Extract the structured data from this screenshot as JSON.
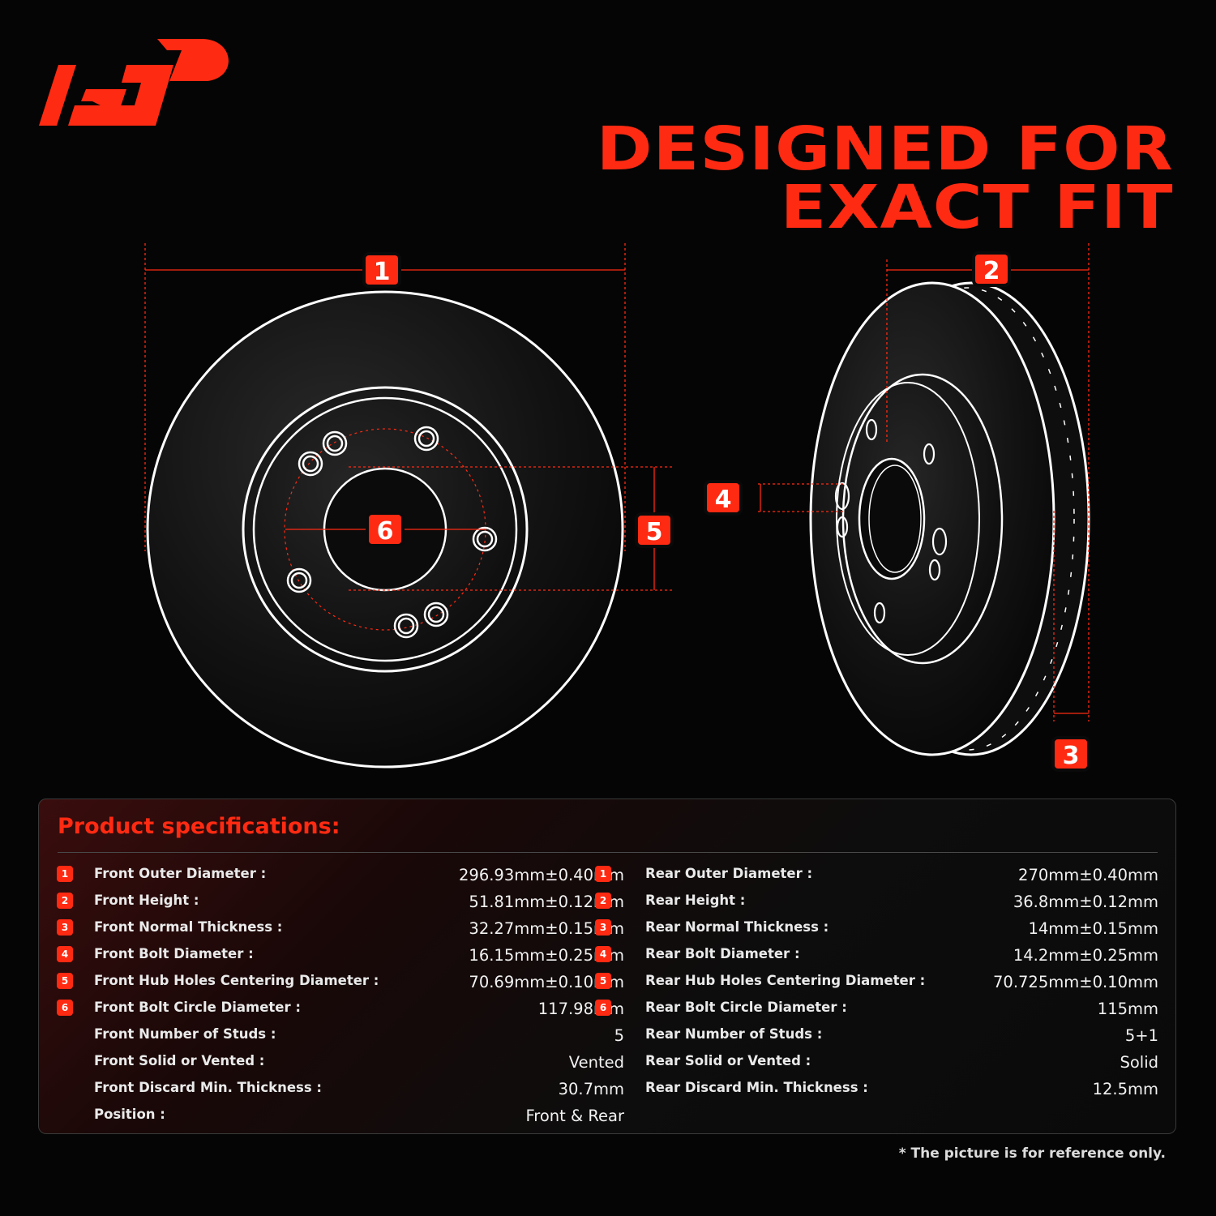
{
  "headline": {
    "line1": "DESIGNED FOR",
    "line2": "EXACT FIT"
  },
  "diagram_badges": [
    "1",
    "2",
    "3",
    "4",
    "5",
    "6"
  ],
  "colors": {
    "accent": "#ff2a12",
    "background": "#050505",
    "outline": "#ffffff"
  },
  "specs": {
    "title": "Product specifications:",
    "front": [
      {
        "num": "1",
        "label": "Front Outer Diameter :",
        "value": "296.93mm±0.40mm"
      },
      {
        "num": "2",
        "label": "Front Height :",
        "value": "51.81mm±0.12mm"
      },
      {
        "num": "3",
        "label": "Front Normal Thickness :",
        "value": "32.27mm±0.15mm"
      },
      {
        "num": "4",
        "label": "Front Bolt Diameter :",
        "value": "16.15mm±0.25mm"
      },
      {
        "num": "5",
        "label": "Front Hub Holes Centering Diameter :",
        "value": "70.69mm±0.10mm"
      },
      {
        "num": "6",
        "label": "Front Bolt Circle Diameter :",
        "value": "117.98mm"
      },
      {
        "num": "",
        "label": "Front Number of Studs :",
        "value": "5"
      },
      {
        "num": "",
        "label": "Front Solid or Vented :",
        "value": "Vented"
      },
      {
        "num": "",
        "label": "Front Discard Min. Thickness :",
        "value": "30.7mm"
      },
      {
        "num": "",
        "label": "Position :",
        "value": "Front & Rear"
      }
    ],
    "rear": [
      {
        "num": "1",
        "label": "Rear Outer Diameter :",
        "value": "270mm±0.40mm"
      },
      {
        "num": "2",
        "label": "Rear Height :",
        "value": "36.8mm±0.12mm"
      },
      {
        "num": "3",
        "label": "Rear Normal Thickness :",
        "value": "14mm±0.15mm"
      },
      {
        "num": "4",
        "label": "Rear Bolt Diameter :",
        "value": "14.2mm±0.25mm"
      },
      {
        "num": "5",
        "label": "Rear Hub Holes Centering Diameter :",
        "value": "70.725mm±0.10mm"
      },
      {
        "num": "6",
        "label": "Rear Bolt Circle Diameter :",
        "value": "115mm"
      },
      {
        "num": "",
        "label": "Rear Number of Studs :",
        "value": "5+1"
      },
      {
        "num": "",
        "label": "Rear Solid or Vented :",
        "value": "Solid"
      },
      {
        "num": "",
        "label": "Rear Discard Min. Thickness :",
        "value": "12.5mm"
      }
    ]
  },
  "footnote": "* The picture is for reference only."
}
